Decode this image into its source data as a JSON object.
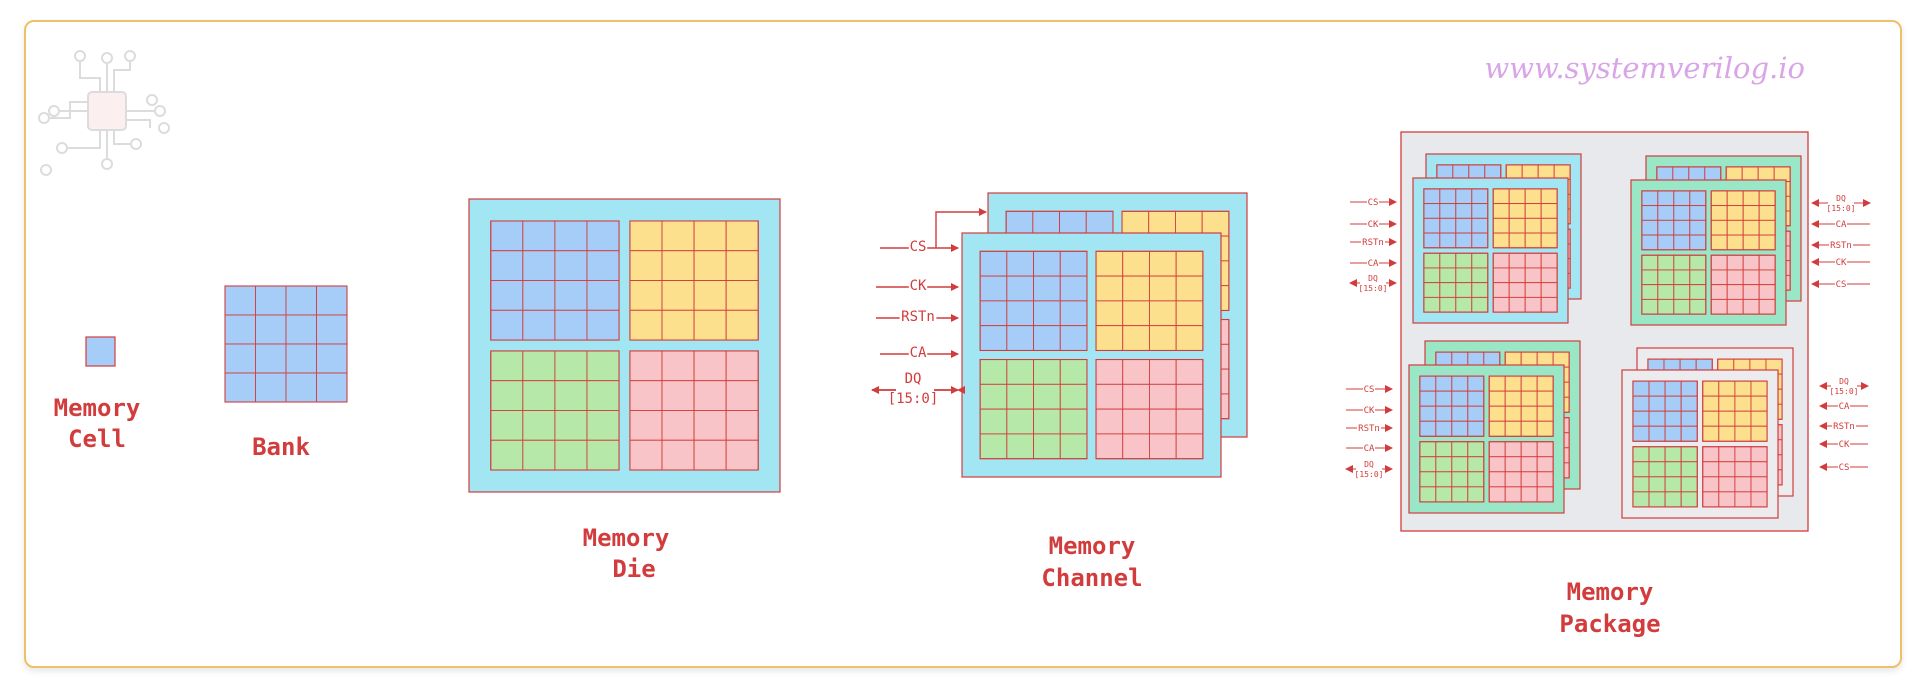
{
  "watermark": {
    "text": "www.systemverilog.io"
  },
  "logo": {
    "icon": "circuit-chip-icon"
  },
  "stages": [
    {
      "id": "cell",
      "label": [
        "Memory",
        "Cell"
      ]
    },
    {
      "id": "bank",
      "label": [
        "Bank"
      ]
    },
    {
      "id": "die",
      "label": [
        "Memory",
        "Die"
      ]
    },
    {
      "id": "channel",
      "label": [
        "Memory",
        "Channel"
      ]
    },
    {
      "id": "package",
      "label": [
        "Memory",
        "Package"
      ]
    }
  ],
  "channel_signals": [
    "CS",
    "CK",
    "RSTn",
    "CA",
    "DQ",
    "[15:0]"
  ],
  "package_signals": [
    "CS",
    "CK",
    "RSTn",
    "CA",
    "DQ",
    "[15:0]"
  ],
  "colors": {
    "bank_blue": "#a6cdf7",
    "bank_yellow": "#fde08e",
    "bank_green": "#b5e8a9",
    "bank_pink": "#f9c4c7",
    "die_bg": "#a1e6f2",
    "die_bg_alt": "#9ae7c8",
    "package_bg": "#e7e9ec",
    "accent": "#d23c3c",
    "watermark": "#d9a4e8"
  }
}
